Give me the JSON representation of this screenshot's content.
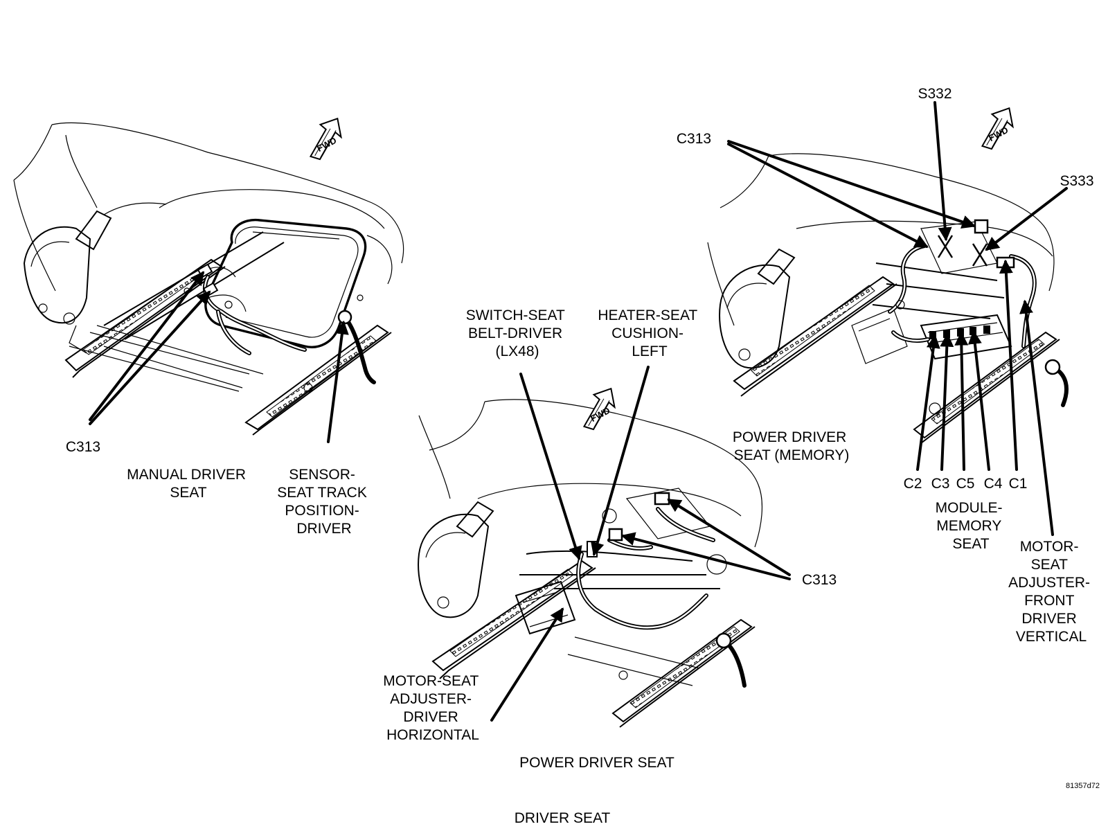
{
  "figure": {
    "title": "DRIVER SEAT",
    "figure_id": "81357d72",
    "fwd_text": "FWD"
  },
  "views": {
    "manual": {
      "caption": [
        "MANUAL DRIVER",
        "SEAT"
      ],
      "labels": {
        "c313": "C313",
        "sensor": [
          "SENSOR-",
          "SEAT TRACK",
          "POSITION-",
          "DRIVER"
        ]
      }
    },
    "power": {
      "caption": "POWER DRIVER SEAT",
      "labels": {
        "switch": [
          "SWITCH-SEAT",
          "BELT-DRIVER",
          "(LX48)"
        ],
        "heater": [
          "HEATER-SEAT",
          "CUSHION-",
          "LEFT"
        ],
        "c313": "C313",
        "motor_horizontal": [
          "MOTOR-SEAT",
          "ADJUSTER-",
          "DRIVER",
          "HORIZONTAL"
        ]
      }
    },
    "memory": {
      "caption": [
        "POWER DRIVER",
        "SEAT (MEMORY)"
      ],
      "labels": {
        "s332": "S332",
        "s333": "S333",
        "c313": "C313",
        "connectors": [
          "C2",
          "C3",
          "C5",
          "C4",
          "C1"
        ],
        "module": [
          "MODULE-",
          "MEMORY",
          "SEAT"
        ],
        "motor_vertical": [
          "MOTOR-",
          "SEAT",
          "ADJUSTER-",
          "FRONT",
          "DRIVER",
          "VERTICAL"
        ]
      }
    }
  }
}
